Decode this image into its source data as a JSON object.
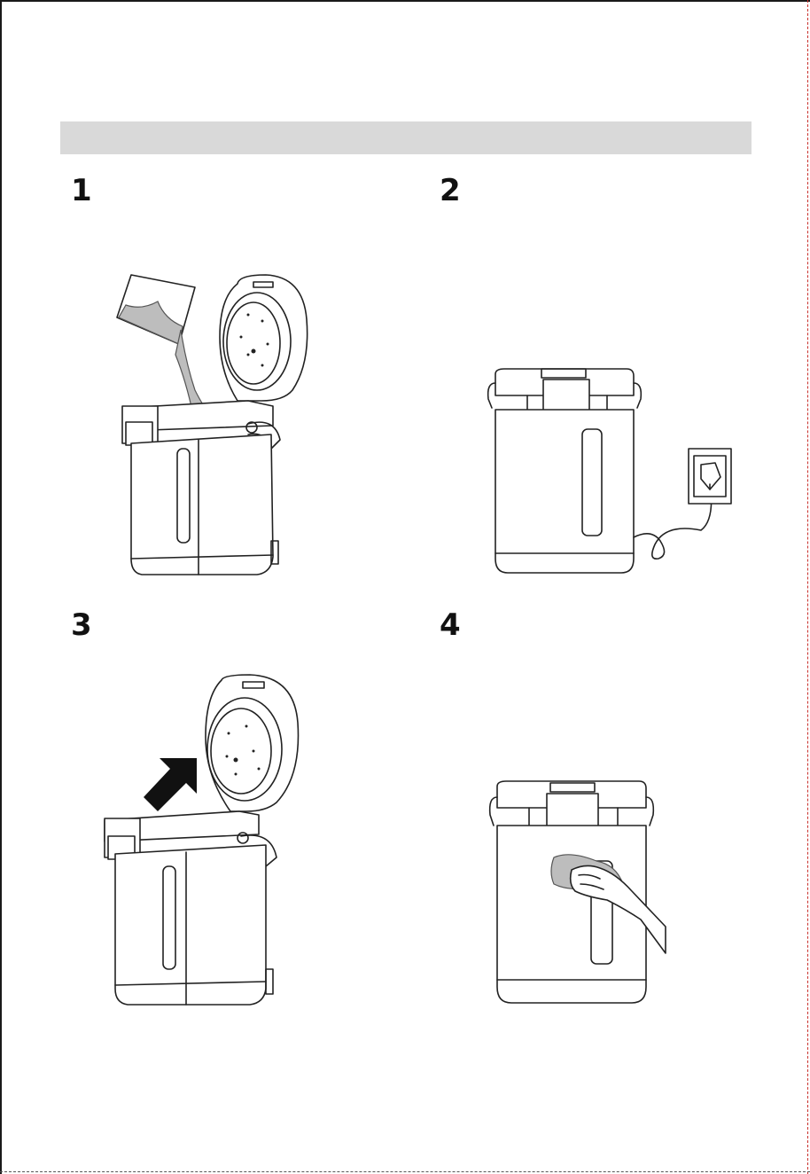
{
  "header": {
    "title": ""
  },
  "steps": [
    {
      "number": "1"
    },
    {
      "number": "2"
    },
    {
      "number": "3"
    },
    {
      "number": "4"
    }
  ],
  "icons": {
    "step1": "pour-water-illustration",
    "step2": "plug-in-illustration",
    "step3": "open-lid-illustration",
    "step4": "wipe-clean-illustration"
  },
  "colors": {
    "header_bar": "#d9d9d9",
    "line": "#222222",
    "water": "#bdbdbd"
  }
}
